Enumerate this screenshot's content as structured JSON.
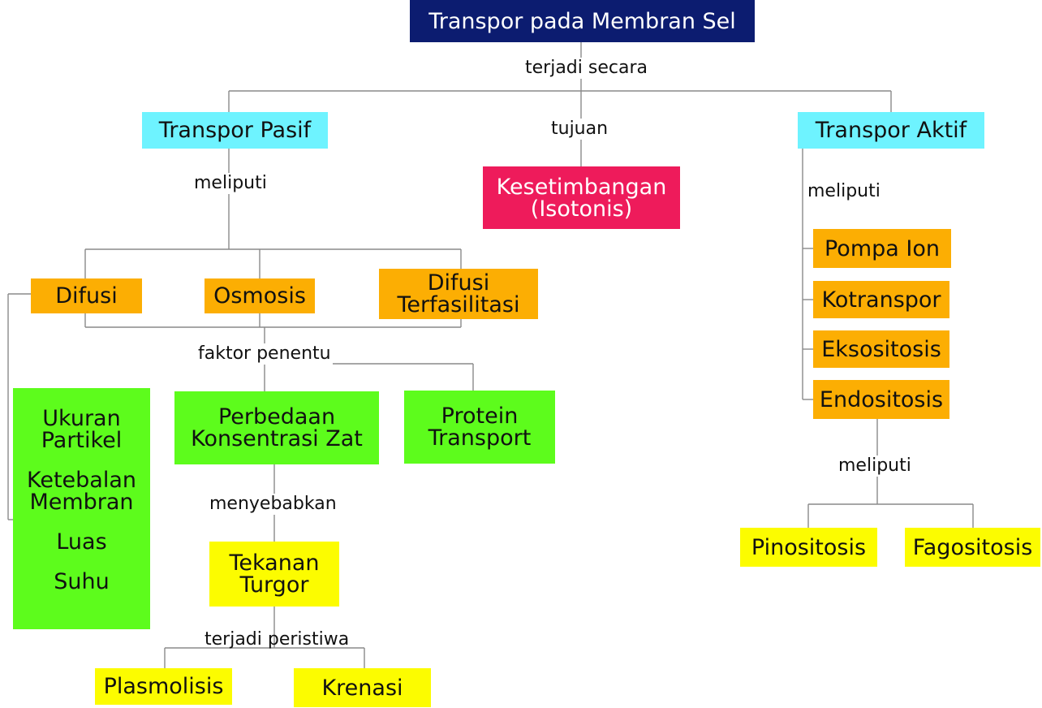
{
  "root": "Transpor pada Membran Sel",
  "labels": {
    "terjadi_secara": "terjadi secara",
    "tujuan": "tujuan",
    "meliputi_pasif": "meliputi",
    "meliputi_aktif": "meliputi",
    "faktor_penentu": "faktor penentu",
    "menyebabkan": "menyebabkan",
    "terjadi_peristiwa": "terjadi peristiwa",
    "meliputi_endo": "meliputi"
  },
  "nodes": {
    "transpor_pasif": "Transpor Pasif",
    "transpor_aktif": "Transpor Aktif",
    "kesetimbangan_line1": "Kesetimbangan",
    "kesetimbangan_line2": "(Isotonis)",
    "difusi": "Difusi",
    "osmosis": "Osmosis",
    "difusi_terfasilitasi_line1": "Difusi",
    "difusi_terfasilitasi_line2": "Terfasilitasi",
    "pompa_ion": "Pompa Ion",
    "kotranspor": "Kotranspor",
    "eksositosis": "Eksositosis",
    "endositosis": "Endositosis",
    "faktor_list": [
      "Ukuran\nPartikel",
      "Ketebalan\nMembran",
      "Luas",
      "Suhu"
    ],
    "perbedaan_line1": "Perbedaan",
    "perbedaan_line2": "Konsentrasi Zat",
    "protein_line1": "Protein",
    "protein_line2": "Transport",
    "tekanan_line1": "Tekanan",
    "tekanan_line2": "Turgor",
    "plasmolisis": "Plasmolisis",
    "krenasi": "Krenasi",
    "pinositosis": "Pinositosis",
    "fagositosis": "Fagositosis"
  },
  "colors": {
    "root": "#0c1c70",
    "cyan": "#6ef3ff",
    "red": "#ee1b5b",
    "orange": "#fcae03",
    "green": "#5dfc1c",
    "yellow": "#fcfc00",
    "connector": "#8a8a8a"
  }
}
